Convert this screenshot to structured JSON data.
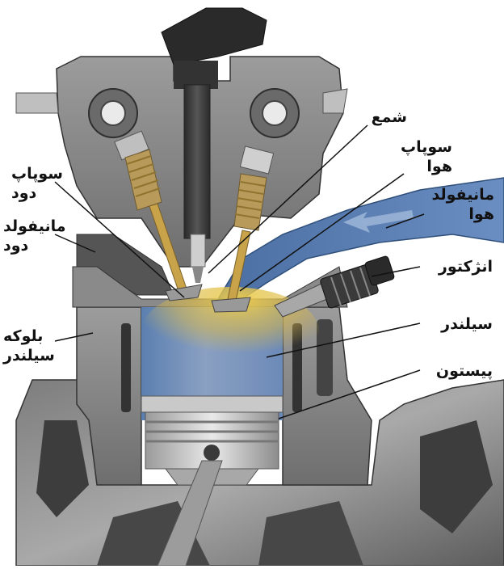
{
  "labels": {
    "spark_plug": "شمع",
    "intake_valve_l1": "سوپاپ",
    "intake_valve_l2": "هوا",
    "intake_manifold_l1": "مانیفولد",
    "intake_manifold_l2": "هوا",
    "injector": "انژکتور",
    "cylinder": "سیلندر",
    "piston": "پیستون",
    "exhaust_valve_l1": "سوپاپ",
    "exhaust_valve_l2": "دود",
    "exhaust_manifold_l1": "مانیفولد",
    "exhaust_manifold_l2": "دود",
    "cylinder_block_l1": "بلوکه",
    "cylinder_block_l2": "سیلندر"
  },
  "colors": {
    "metal_dark": "#3a3a3a",
    "metal_mid": "#8a8a8a",
    "metal_light": "#cfcfcf",
    "intake_air": "#4a72a8",
    "fuel_spray": "#e2c24a",
    "spring": "#b89a5a"
  }
}
